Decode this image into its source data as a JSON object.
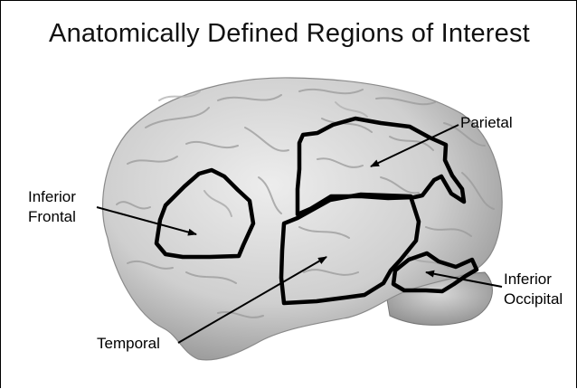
{
  "title": "Anatomically Defined Regions of Interest",
  "regions": {
    "inferior_frontal": {
      "line1": "Inferior",
      "line2": "Frontal"
    },
    "parietal": {
      "label": "Parietal"
    },
    "inferior_occipital": {
      "line1": "Inferior",
      "line2": "Occipital"
    },
    "temporal": {
      "label": "Temporal"
    }
  },
  "colors": {
    "outline": "#000000",
    "brain_light": "#e6e6e6",
    "brain_dark": "#8f8f8f"
  }
}
